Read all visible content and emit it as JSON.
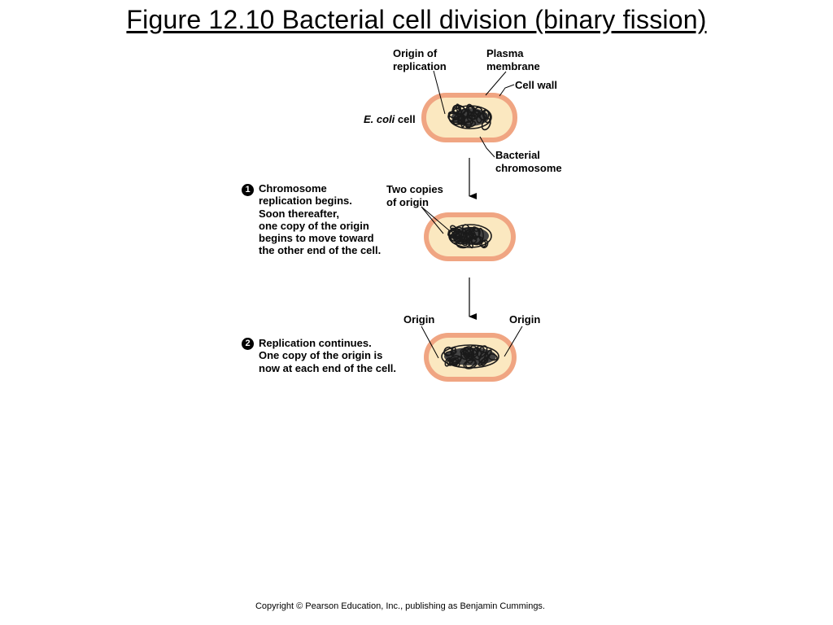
{
  "title": "Figure 12.10  Bacterial cell division (binary fission)",
  "labels": {
    "origin_of_replication_line1": "Origin of",
    "origin_of_replication_line2": "replication",
    "plasma_membrane_line1": "Plasma",
    "plasma_membrane_line2": "membrane",
    "cell_wall": "Cell wall",
    "ecoli_italic": "E. coli",
    "ecoli_rest": " cell",
    "bacterial_chromosome_line1": "Bacterial",
    "bacterial_chromosome_line2": "chromosome",
    "two_copies_line1": "Two copies",
    "two_copies_line2": "of origin",
    "origin_left": "Origin",
    "origin_right": "Origin"
  },
  "steps": [
    {
      "number": "1",
      "lines": [
        "Chromosome",
        "replication begins.",
        "Soon thereafter,",
        "one copy of the origin",
        "begins to move toward",
        "the other end of the cell."
      ]
    },
    {
      "number": "2",
      "lines": [
        "Replication continues.",
        "One copy of the origin is",
        "now at each end of the cell."
      ]
    }
  ],
  "copyright": "Copyright © Pearson Education, Inc., publishing as Benjamin Cummings.",
  "colors": {
    "cell_wall": "#f0a582",
    "cytoplasm": "#fbe8c0",
    "chromosome": "#1a1a1a"
  }
}
